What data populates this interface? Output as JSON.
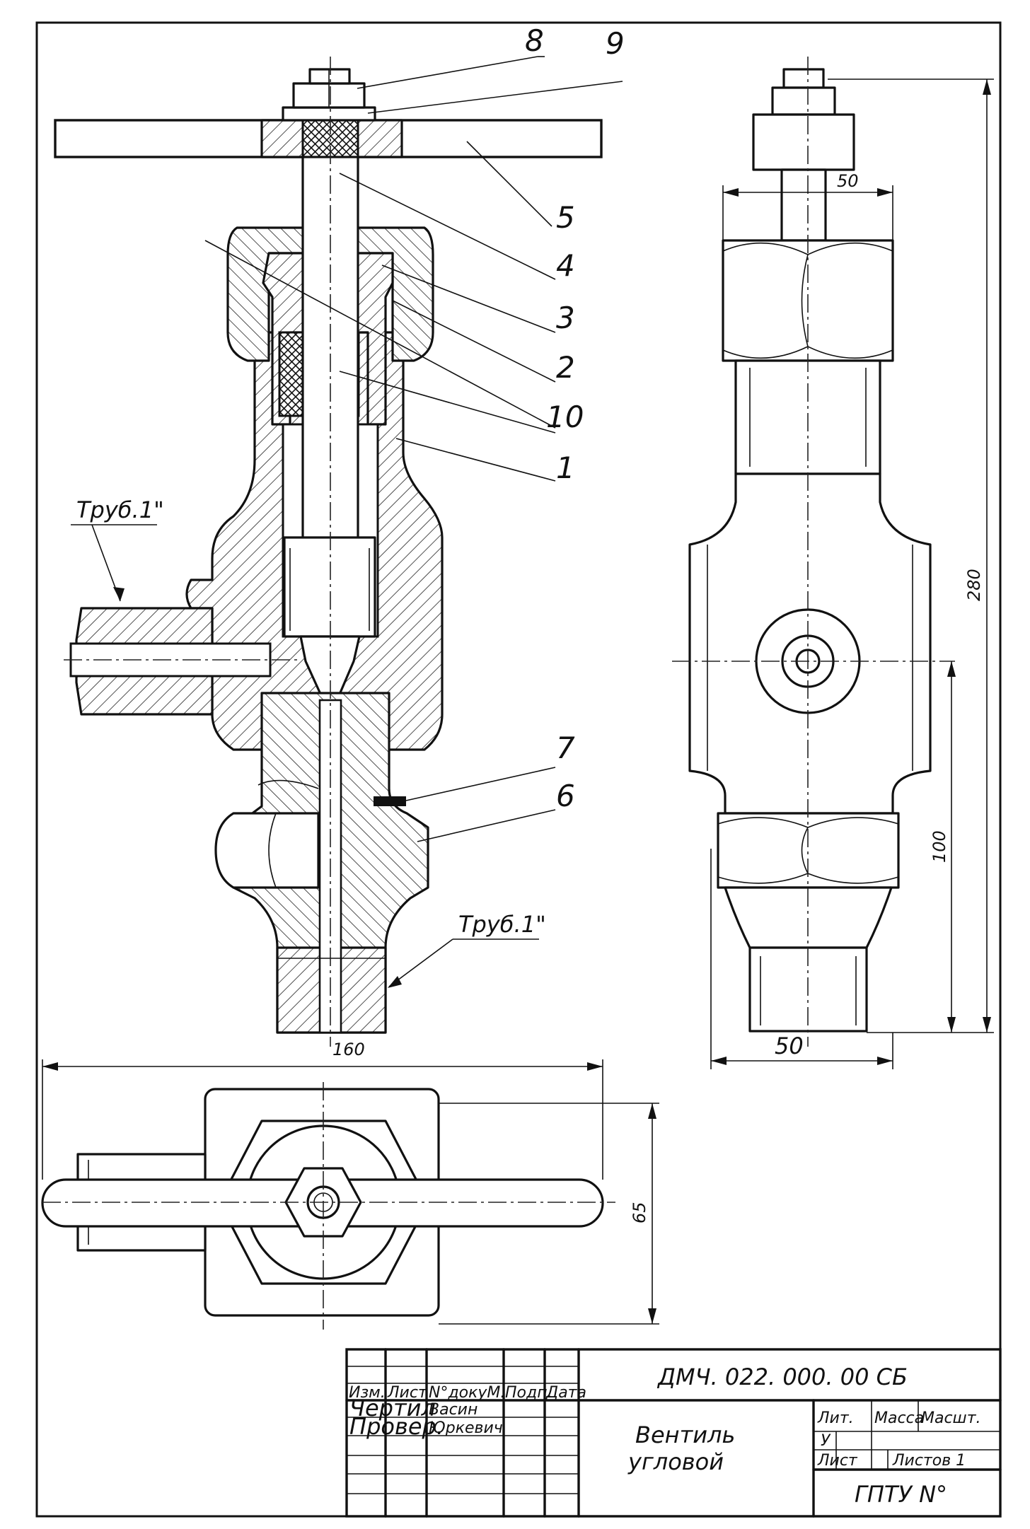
{
  "drawing": {
    "part_labels": [
      "8",
      "9",
      "5",
      "4",
      "3",
      "2",
      "10",
      "1",
      "7",
      "6"
    ],
    "pipe_callout_left": "Труб.1\"",
    "pipe_callout_bottom": "Труб.1\"",
    "dimensions": {
      "side_top_width": "50",
      "side_bottom_width": "50",
      "side_total_height": "280",
      "side_lower_height": "100",
      "plan_width": "160",
      "plan_height": "65"
    }
  },
  "title_block": {
    "designation": "ДМЧ. 022. 000. 00 СБ",
    "headers": {
      "izm": "Изм.",
      "list": "Лист",
      "doc": "N°докуМ.",
      "sign": "Подп.",
      "date": "Дата"
    },
    "drawn_label": "Чертил",
    "drawn_name": "Васин",
    "checked_label": "Провер.",
    "checked_name": "Юркевич",
    "name_line1": "Вентиль",
    "name_line2": "угловой",
    "lit_label": "Лит.",
    "mass_label": "Масса",
    "scale_label": "Масшт.",
    "lit_value": "У",
    "sheet_label": "Лист",
    "sheets_label": "Листов 1",
    "org": "ГПТУ N°"
  }
}
